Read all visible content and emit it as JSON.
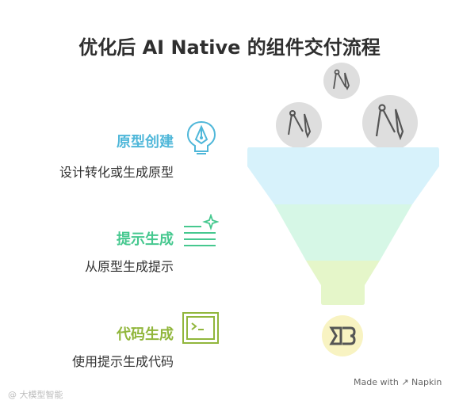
{
  "title": "优化后 AI Native 的组件交付流程",
  "colors": {
    "stage1": "#4fb7d9",
    "stage2": "#46c88f",
    "stage3": "#91b63c",
    "layer1": "#d7f2fb",
    "layer2": "#d6f7e6",
    "layer3": "#e5f6c9",
    "output": "#f8f3c2",
    "bubble": "#dedede"
  },
  "steps": [
    {
      "title": "原型创建",
      "desc": "设计转化或生成原型",
      "icon": "pen-nib-icon"
    },
    {
      "title": "提示生成",
      "desc": "从原型生成提示",
      "icon": "lines-sparkle-icon"
    },
    {
      "title": "代码生成",
      "desc": "使用提示生成代码",
      "icon": "terminal-icon"
    }
  ],
  "funnel": {
    "inputs_icon": "design-tools-icon",
    "output_icon": "code-logo-icon"
  },
  "footer": {
    "made_with": "Made with",
    "brand": "Napkin"
  },
  "watermark": "@ 大模型智能"
}
